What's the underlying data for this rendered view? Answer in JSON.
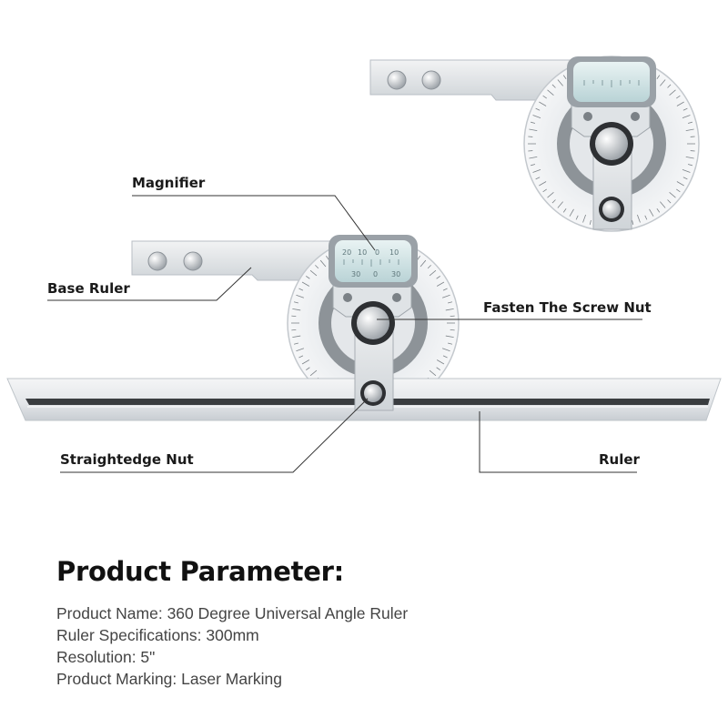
{
  "callouts": {
    "magnifier": "Magnifier",
    "base_ruler": "Base Ruler",
    "fasten_screw_nut": "Fasten The Screw Nut",
    "straightedge_nut": "Straightedge Nut",
    "ruler": "Ruler"
  },
  "magnifier_scale": {
    "top_numbers": [
      "20",
      "10",
      "0",
      "10"
    ],
    "bottom_numbers": [
      "30",
      "0",
      "30"
    ]
  },
  "parameters": {
    "heading": "Product Parameter:",
    "lines": [
      "Product Name: 360 Degree Universal Angle Ruler",
      "Ruler Specifications: 300mm",
      "Resolution: 5\"",
      "Product Marking: Laser Marking"
    ]
  },
  "colors": {
    "aluminum_light": "#eef0f2",
    "aluminum_mid": "#c9ced3",
    "steel_dark": "#3a3d40",
    "callout_line": "#333333",
    "magnifier_glass": "#cfe4e6"
  }
}
